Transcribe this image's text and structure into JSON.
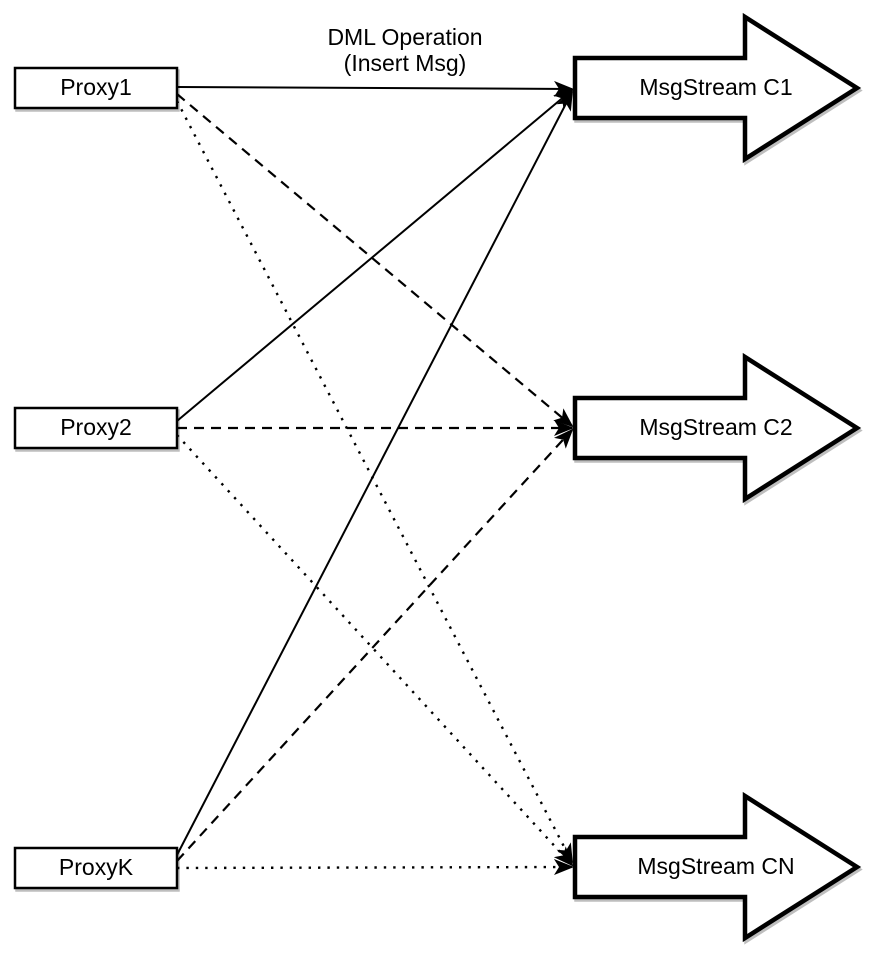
{
  "diagram": {
    "annotation": {
      "line1": "DML Operation",
      "line2": "(Insert Msg)"
    },
    "proxies": [
      {
        "label": "Proxy1"
      },
      {
        "label": "Proxy2"
      },
      {
        "label": "ProxyK"
      }
    ],
    "streams": [
      {
        "label": "MsgStream C1"
      },
      {
        "label": "MsgStream C2"
      },
      {
        "label": "MsgStream CN"
      }
    ],
    "edges": [
      {
        "from": "Proxy1",
        "to": "MsgStream C1",
        "style": "solid"
      },
      {
        "from": "Proxy2",
        "to": "MsgStream C1",
        "style": "solid"
      },
      {
        "from": "ProxyK",
        "to": "MsgStream C1",
        "style": "solid"
      },
      {
        "from": "Proxy1",
        "to": "MsgStream C2",
        "style": "dashed"
      },
      {
        "from": "Proxy2",
        "to": "MsgStream C2",
        "style": "dashed"
      },
      {
        "from": "ProxyK",
        "to": "MsgStream C2",
        "style": "dashed"
      },
      {
        "from": "Proxy1",
        "to": "MsgStream CN",
        "style": "dotted"
      },
      {
        "from": "Proxy2",
        "to": "MsgStream CN",
        "style": "dotted"
      },
      {
        "from": "ProxyK",
        "to": "MsgStream CN",
        "style": "dotted"
      }
    ],
    "colors": {
      "background": "#ffffff",
      "stroke": "#000000"
    }
  }
}
